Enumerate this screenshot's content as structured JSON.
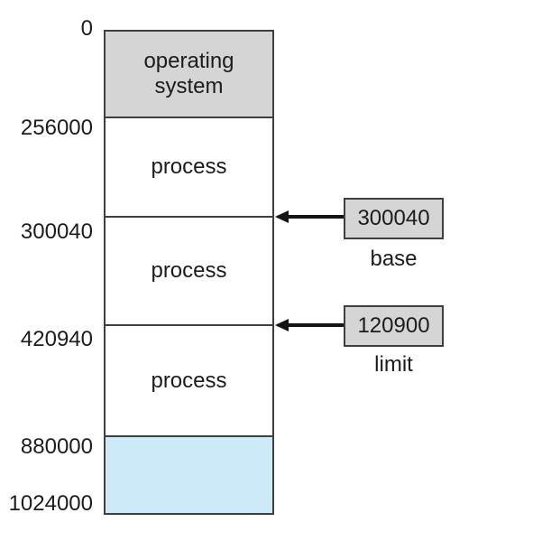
{
  "memory": {
    "addresses": [
      "0",
      "256000",
      "300040",
      "420940",
      "880000",
      "1024000"
    ],
    "segments": [
      {
        "label": "operating system",
        "fill": "gray"
      },
      {
        "label": "process",
        "fill": "white"
      },
      {
        "label": "process",
        "fill": "white"
      },
      {
        "label": "process",
        "fill": "white"
      },
      {
        "label": "",
        "fill": "blue"
      }
    ]
  },
  "registers": {
    "base": {
      "value": "300040",
      "label": "base"
    },
    "limit": {
      "value": "120900",
      "label": "limit"
    }
  },
  "colors": {
    "background": "#ffffff",
    "segment_gray": "#d5d5d5",
    "free_space_blue": "#cdeaf8",
    "outline": "#3f3f3f",
    "arrow": "#141414",
    "text": "#1c1c1c"
  }
}
